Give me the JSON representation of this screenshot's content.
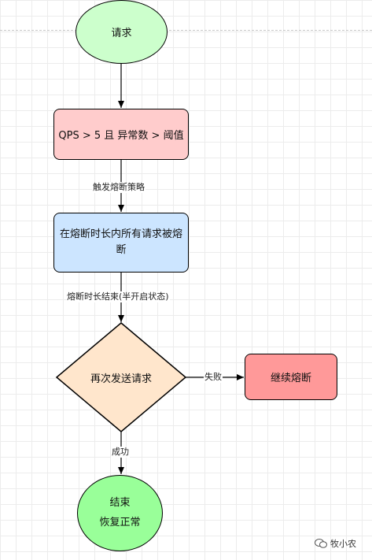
{
  "nodes": {
    "request": "请求",
    "condition": "QPS > 5 且 异常数 > 阈值",
    "circuit_open": "在熔断时长内所有请求被熔断",
    "retry": "再次发送请求",
    "keep_open": "继续熔断",
    "end_line1": "结束",
    "end_line2": "恢复正常"
  },
  "edges": {
    "trigger": "触发熔断策略",
    "timeout": "熔断时长结束(半开启状态)",
    "fail": "失败",
    "success": "成功"
  },
  "watermark": "牧小农",
  "colors": {
    "request_fill": "#ccffcc",
    "condition_fill": "#ffcccc",
    "circuit_open_fill": "#cce5ff",
    "retry_fill": "#ffe6cc",
    "keep_open_fill": "#ff9999",
    "end_fill": "#99ff99"
  }
}
